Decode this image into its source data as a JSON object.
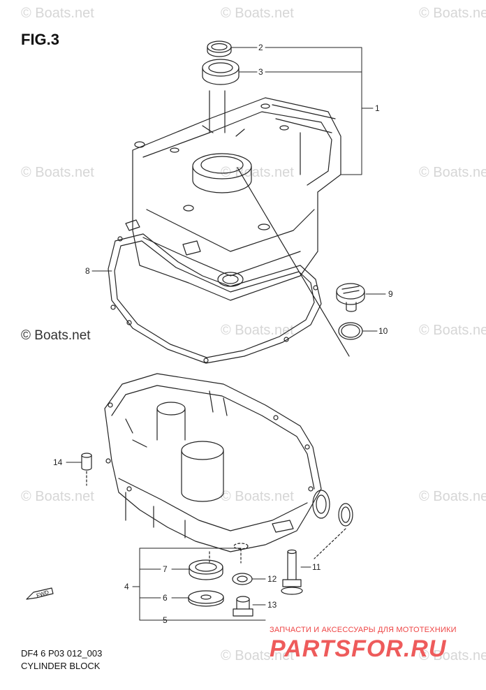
{
  "figure": {
    "title": "FIG.3",
    "code": "DF4 6 P03 012_003",
    "caption": "CYLINDER BLOCK"
  },
  "watermarks": {
    "light": "© Boats.net",
    "strong": "© Boats.net"
  },
  "brand": {
    "subtitle": "ЗАПЧАСТИ И АКСЕССУАРЫ ДЛЯ МОТОТЕХНИКИ",
    "name": "PARTSFOR.RU"
  },
  "fwd_label": "FWD",
  "callouts": [
    "1",
    "2",
    "3",
    "4",
    "5",
    "6",
    "7",
    "8",
    "9",
    "10",
    "11",
    "12",
    "13",
    "14"
  ]
}
